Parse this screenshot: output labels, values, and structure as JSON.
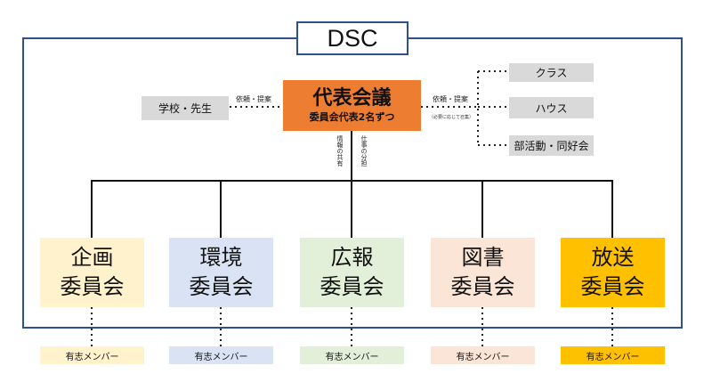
{
  "title": "DSC",
  "representative": {
    "name": "代表会議",
    "note": "委員会代表2名ずつ"
  },
  "school": {
    "label": "学校・先生"
  },
  "left_link_label": "依頼・提案",
  "right_link_label": "依頼・提案",
  "right_link_note": "（必要に応じて召集）",
  "down_labels": {
    "left": "情報の共有",
    "right": "仕事の分担"
  },
  "right_groups": [
    "クラス",
    "ハウス",
    "部活動・同好会"
  ],
  "committees": [
    {
      "line1": "企画",
      "line2": "委員会",
      "color": "#fff2cc"
    },
    {
      "line1": "環境",
      "line2": "委員会",
      "color": "#dae3f3"
    },
    {
      "line1": "広報",
      "line2": "委員会",
      "color": "#e2f0d9"
    },
    {
      "line1": "図書",
      "line2": "委員会",
      "color": "#fbe5d6"
    },
    {
      "line1": "放送",
      "line2": "委員会",
      "color": "#ffc000"
    }
  ],
  "member_label": "有志メンバー",
  "colors": {
    "frame": "#2f4f8f",
    "representative": "#ed7d31",
    "gray_box": "#d9d9d9"
  }
}
